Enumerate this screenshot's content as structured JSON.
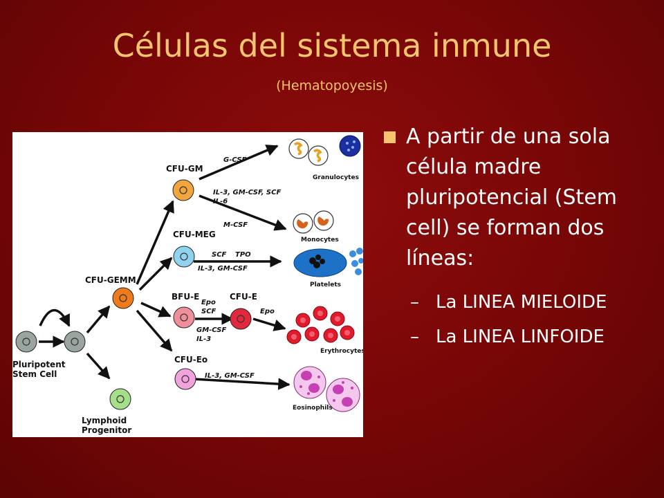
{
  "slide": {
    "title": "Células del sistema inmune",
    "subtitle": "(Hematopoyesis)"
  },
  "diagram": {
    "nodes": {
      "stem": "Pluripotent\nStem Cell",
      "lymphoid": "Lymphoid\nProgenitor",
      "cfu_gemm": "CFU-GEMM",
      "cfu_gm": "CFU-GM",
      "cfu_meg": "CFU-MEG",
      "bfu_e": "BFU-E",
      "cfu_e": "CFU-E",
      "cfu_eo": "CFU-Eo"
    },
    "factors": {
      "g_csf": "G-CSF",
      "il3_gm_scf": "IL-3, GM-CSF, SCF",
      "il6": "IL-6",
      "m_csf": "M-CSF",
      "scf": "SCF",
      "tpo": "TPO",
      "il3_gmcsf_meg": "IL-3, GM-CSF",
      "epo_1": "Epo",
      "scf_2": "SCF",
      "gm_csf": "GM-CSF",
      "il3": "IL-3",
      "epo_2": "Epo",
      "il3_gmcsf_eo": "IL-3, GM-CSF"
    },
    "products": {
      "granulocytes": "Granulocytes",
      "monocytes": "Monocytes",
      "platelets": "Platelets",
      "erythrocytes": "Erythrocytes",
      "eosinophils": "Eosinophils"
    },
    "colors": {
      "stem_cell": "#9aa5a0",
      "cfu_gm": "#f1a53c",
      "cfu_meg": "#8fd3ee",
      "cfu_gemm": "#ee7a1c",
      "bfu_e": "#ee8f9a",
      "cfu_e": "#e2283c",
      "cfu_eo": "#f2a2dc",
      "lymphoid": "#a6df8a",
      "platelet": "#1d72c8",
      "erythrocyte": "#e01c2c",
      "eosinophil": "#c640b4"
    }
  },
  "content": {
    "main_bullet": "A partir de una sola célula madre pluripotencial (Stem cell) se forman dos líneas:",
    "sub_bullets": [
      {
        "dash": "–",
        "text": "La LINEA MIELOIDE"
      },
      {
        "dash": "–",
        "text": "La LINEA LINFOIDE"
      }
    ]
  }
}
